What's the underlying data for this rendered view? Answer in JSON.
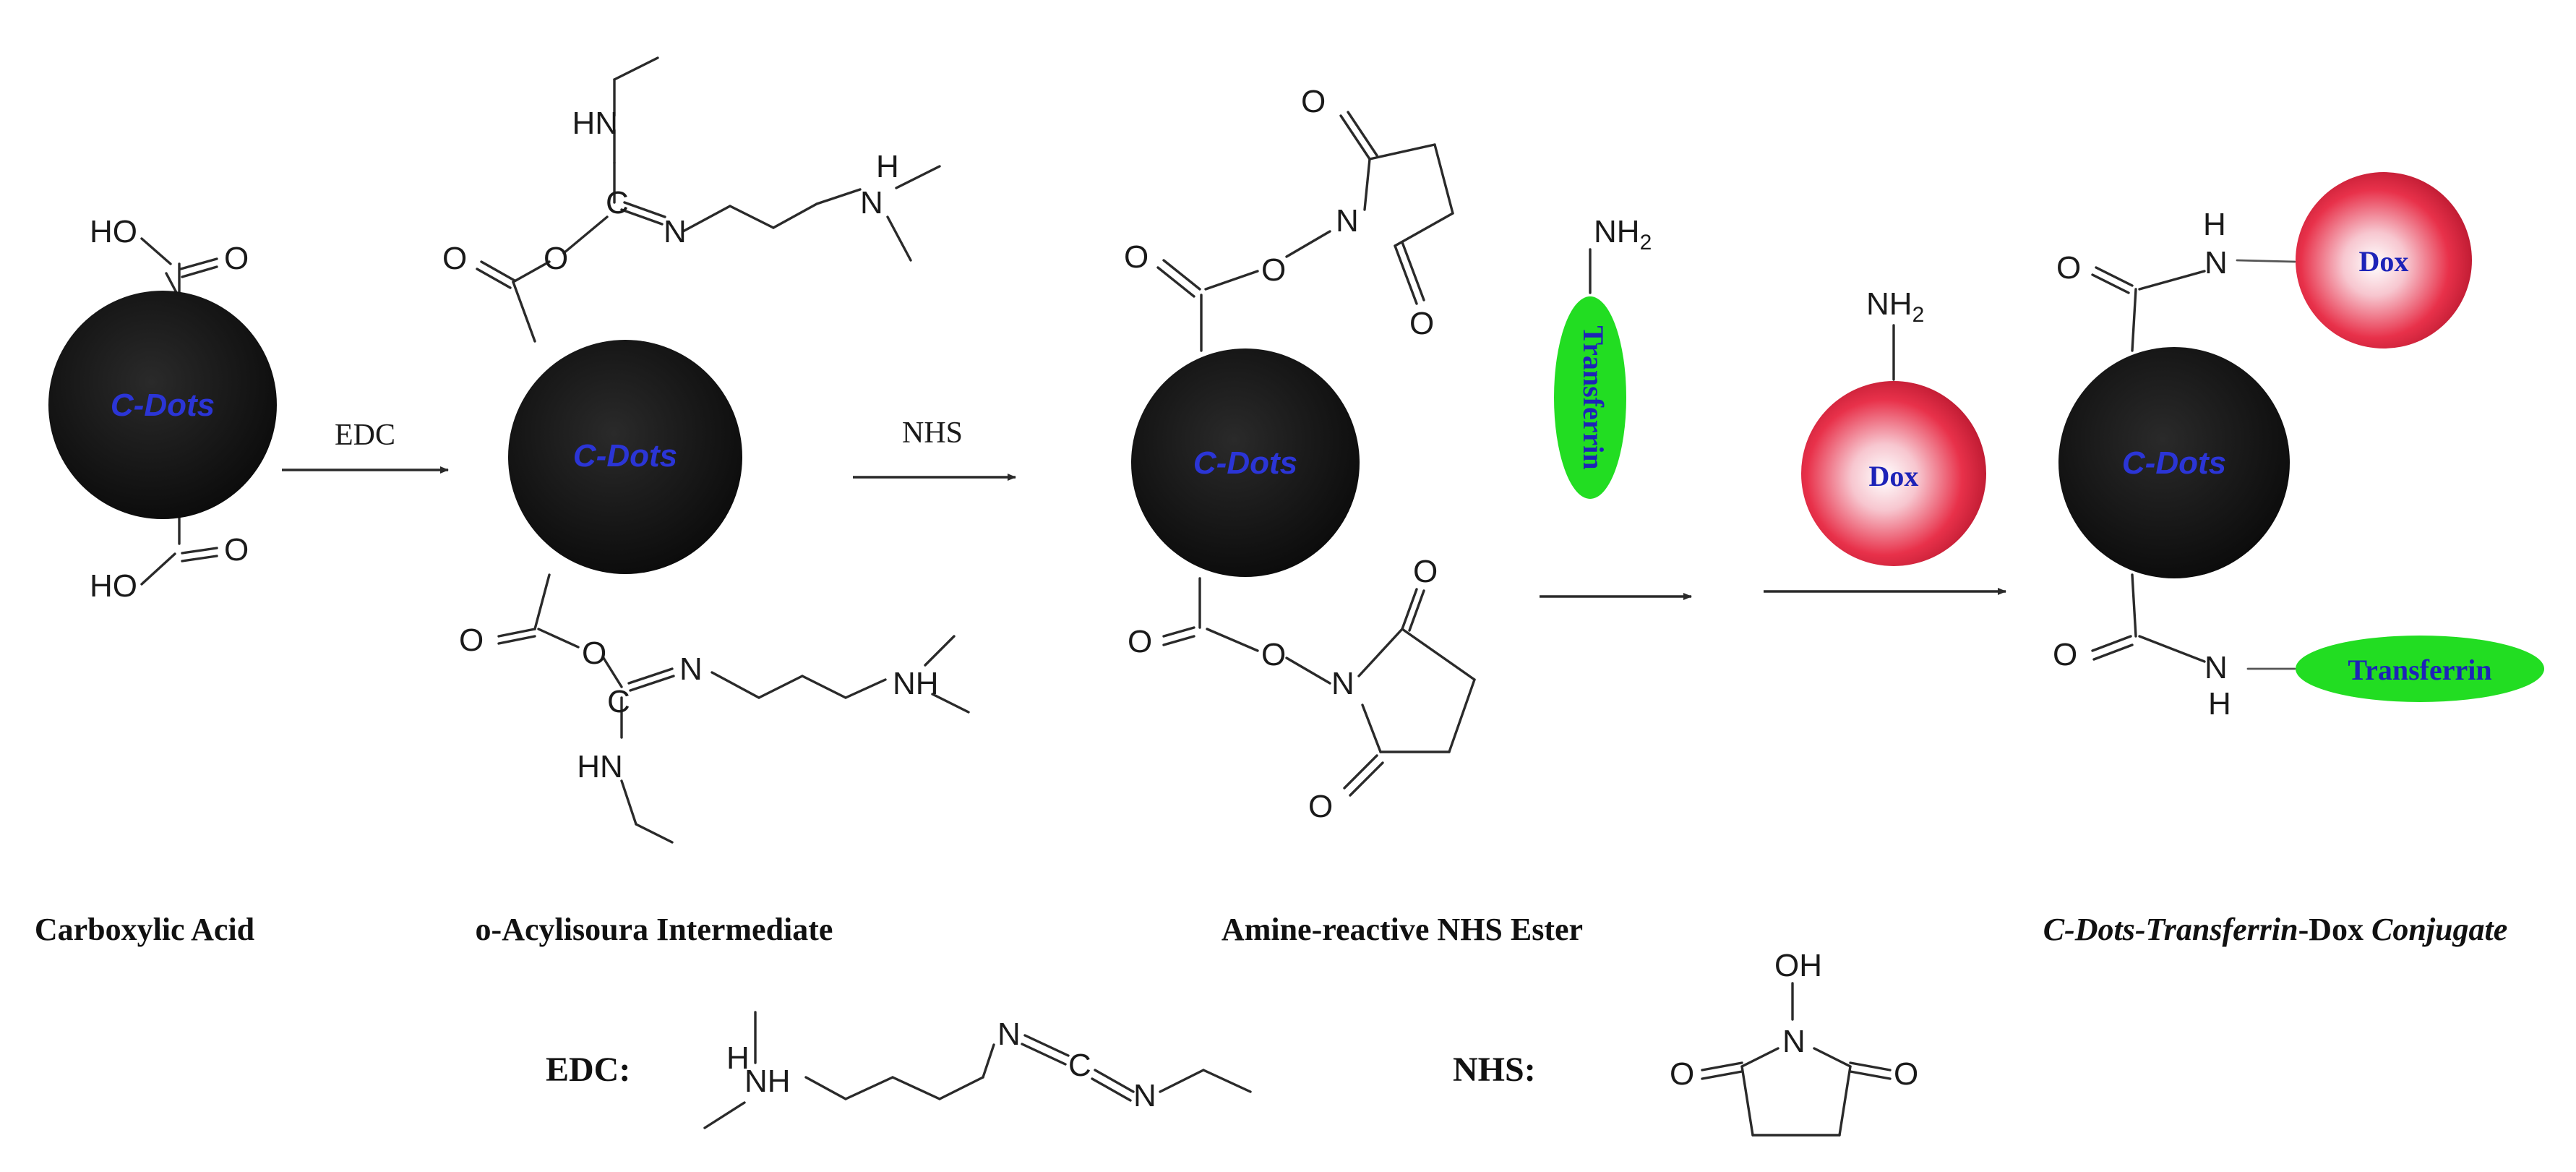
{
  "labels": {
    "cdots": "C-Dots",
    "dox": "Dox",
    "transferrin": "Transferrin",
    "edc": "EDC",
    "nhs": "NHS"
  },
  "atoms": {
    "ho": "HO",
    "o": "O",
    "hn": "HN",
    "n": "N",
    "c": "C",
    "h": "H",
    "nh": "NH",
    "nh2": "NH",
    "two": "2",
    "oh": "OH",
    "cation_h": "H"
  },
  "captions": {
    "step1": "Carboxylic Acid",
    "step2": "o-Acylisoura Intermediate",
    "step3": "Amine-reactive NHS Ester",
    "step4_part1": "C-Dots-Transferrin",
    "step4_part2": "-Dox ",
    "step4_part3": "Conjugate"
  },
  "legend": {
    "edc_label": "EDC:",
    "nhs_label": "NHS:"
  },
  "colors": {
    "cdots": "#1a1a1a",
    "cdots_text": "#2b35d6",
    "dox_ball": "#e8314a",
    "transferrin": "#22dd22",
    "label_blue": "#1d23b8"
  }
}
